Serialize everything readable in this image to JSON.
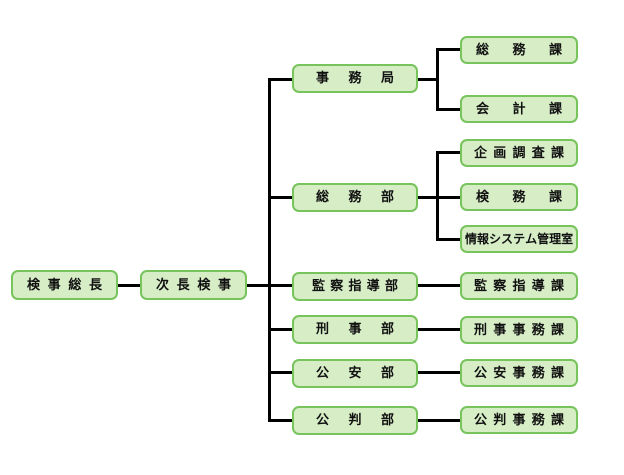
{
  "org_chart": {
    "root": {
      "label": "検事総長"
    },
    "deputy": {
      "label": "次長検事"
    },
    "departments": [
      {
        "label": "事務局",
        "children": [
          {
            "label": "総務課"
          },
          {
            "label": "会計課"
          }
        ]
      },
      {
        "label": "総務部",
        "children": [
          {
            "label": "企画調査課"
          },
          {
            "label": "検務課"
          },
          {
            "label": "情報システム管理室"
          }
        ]
      },
      {
        "label": "監察指導部",
        "children": [
          {
            "label": "監察指導課"
          }
        ]
      },
      {
        "label": "刑事部",
        "children": [
          {
            "label": "刑事事務課"
          }
        ]
      },
      {
        "label": "公安部",
        "children": [
          {
            "label": "公安事務課"
          }
        ]
      },
      {
        "label": "公判部",
        "children": [
          {
            "label": "公判事務課"
          }
        ]
      }
    ],
    "colors": {
      "box_fill": "#d6edc6",
      "box_border": "#77c45c",
      "connector": "#000000",
      "text": "#111111",
      "background": "#ffffff"
    }
  }
}
